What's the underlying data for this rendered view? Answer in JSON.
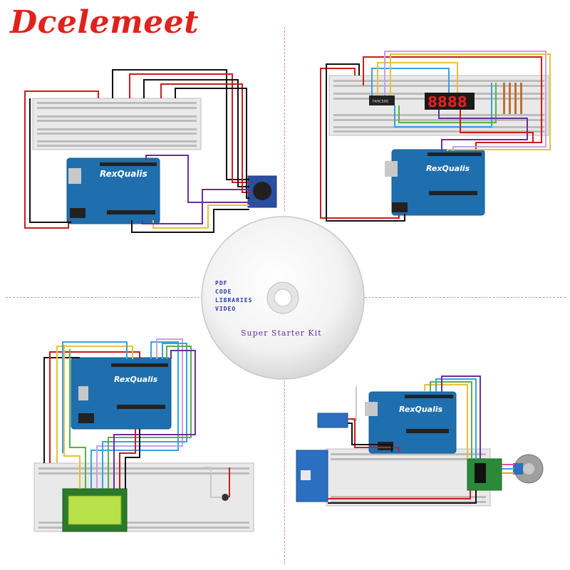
{
  "brand": {
    "title": "Dcelemeet",
    "color": "#e0221c"
  },
  "board": {
    "logo": "RexQualis",
    "color": "#1f6fae"
  },
  "disc": {
    "items": [
      "PDF",
      "CODE",
      "LIBRARIES",
      "VIDEO"
    ],
    "kit_label": "Super Starter Kit"
  },
  "panels": [
    {
      "name": "joystick-circuit",
      "module_label": ""
    },
    {
      "name": "seven-segment-circuit",
      "chip_label": "74HC595",
      "display_text": "8888"
    },
    {
      "name": "lcd-circuit"
    },
    {
      "name": "stepper-motor-circuit"
    }
  ]
}
